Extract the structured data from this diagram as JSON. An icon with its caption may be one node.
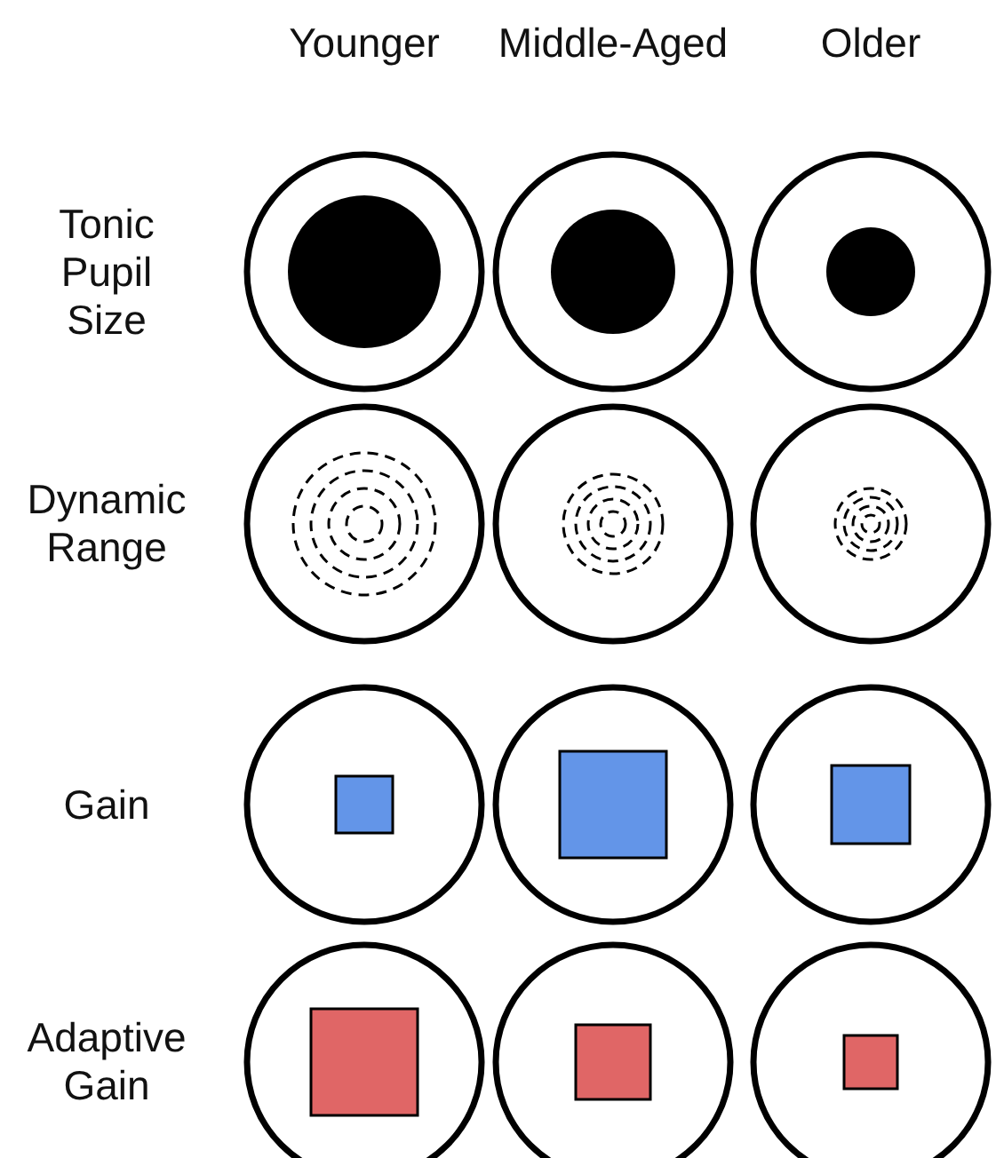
{
  "diagram": {
    "labels": [
      "Younger",
      "Middle-Aged",
      "Older",
      "Tonic Pupil Size",
      "Dynamic Range",
      "Gain",
      "Adaptive Gain"
    ]
  }
}
